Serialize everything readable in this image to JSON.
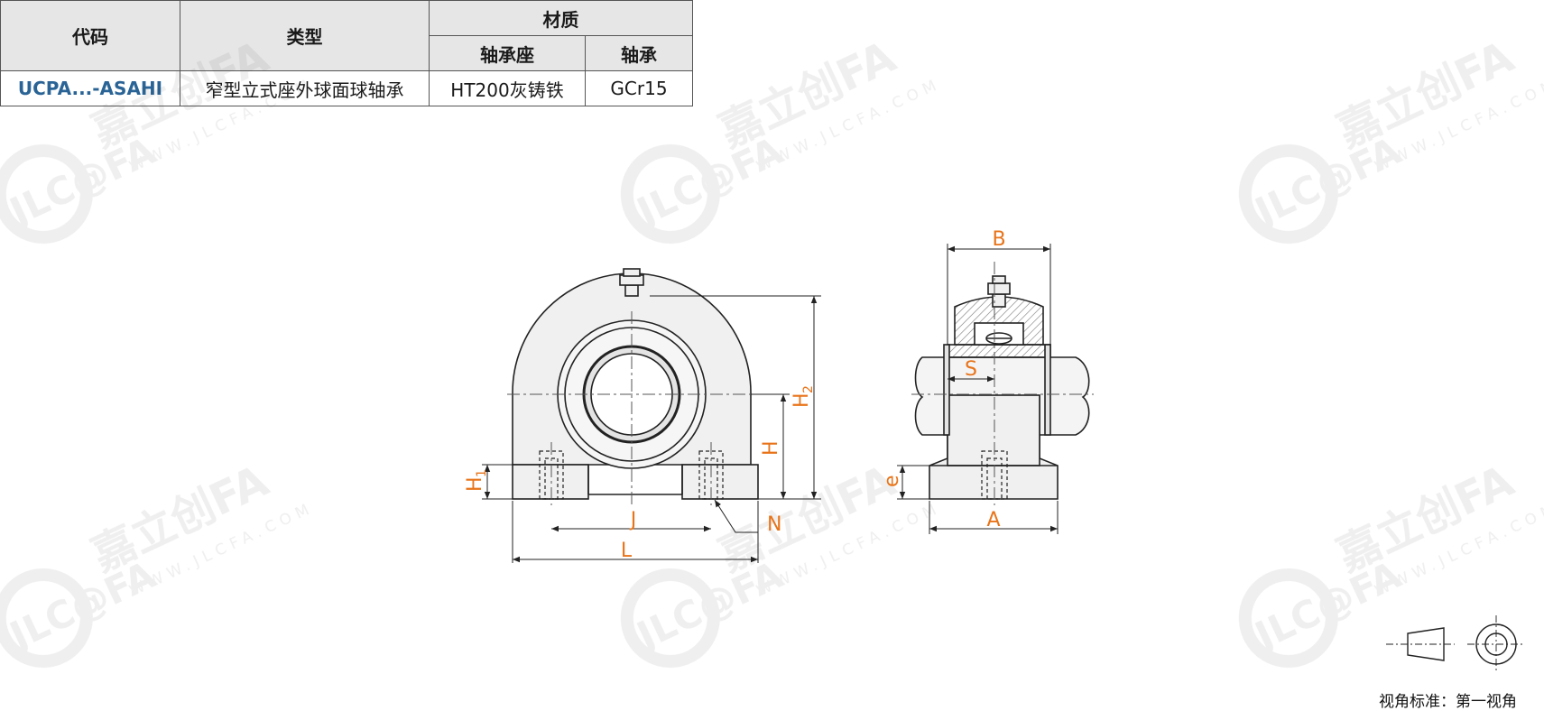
{
  "table": {
    "headers": {
      "code": "代码",
      "type": "类型",
      "material": "材质",
      "housing": "轴承座",
      "bearing": "轴承"
    },
    "row": {
      "code": "UCPA...-ASAHI",
      "type": "窄型立式座外球面球轴承",
      "housing": "HT200灰铸铁",
      "bearing": "GCr15"
    }
  },
  "watermark": {
    "brand": "JLC@FA",
    "cn": "嘉立创FA",
    "url": "WWW.JLCFA.COM"
  },
  "dimensions": {
    "B": "B",
    "S": "S",
    "H": "H",
    "H1": "H",
    "H1_sub": "1",
    "H2": "H",
    "H2_sub": "2",
    "J": "J",
    "L": "L",
    "N": "N",
    "A": "A",
    "e": "e"
  },
  "projection_label": "视角标准：第一视角",
  "colors": {
    "dim": "#e8741a",
    "code": "#2a6496",
    "line": "#222222",
    "fill": "#f0f0f0",
    "hatch": "#888888"
  }
}
